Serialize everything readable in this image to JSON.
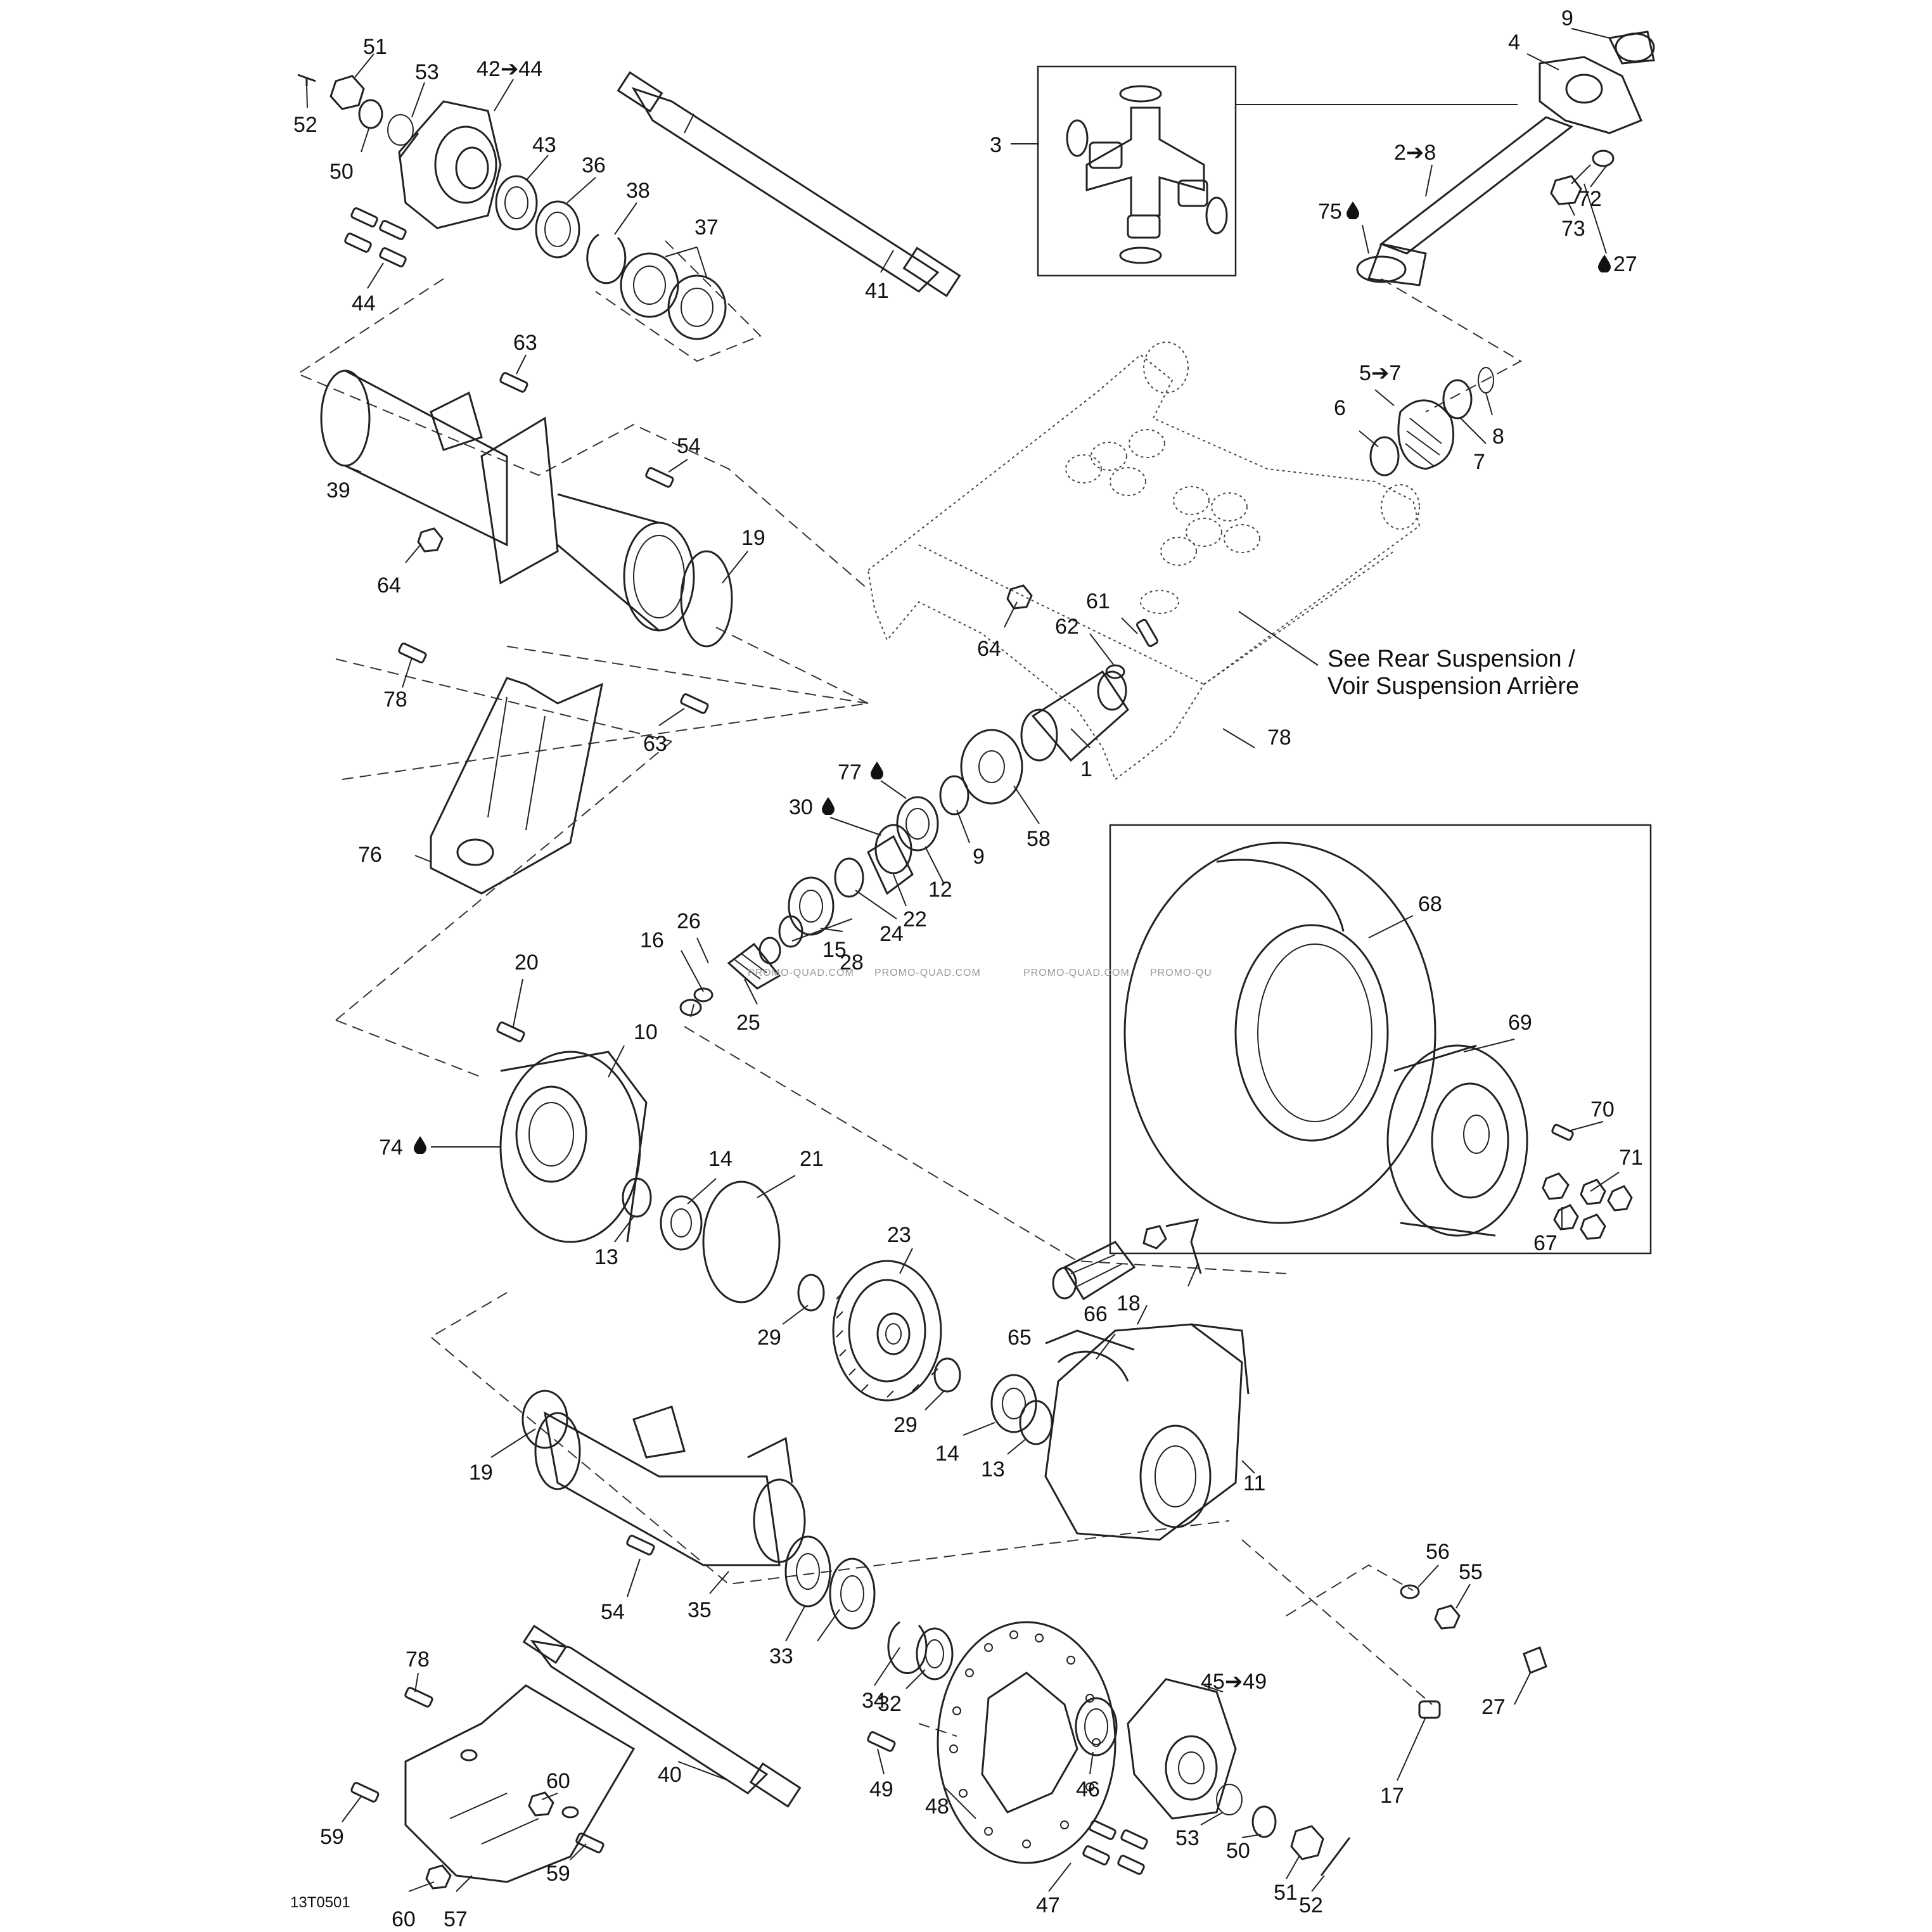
{
  "callouts": [
    {
      "id": "c51",
      "text": "51"
    },
    {
      "id": "c52a",
      "text": "52"
    },
    {
      "id": "c53a",
      "text": "53"
    },
    {
      "id": "c42",
      "text": "42➔44"
    },
    {
      "id": "c50a",
      "text": "50"
    },
    {
      "id": "c43",
      "text": "43"
    },
    {
      "id": "c36",
      "text": "36"
    },
    {
      "id": "c38",
      "text": "38"
    },
    {
      "id": "c37",
      "text": "37"
    },
    {
      "id": "c44",
      "text": "44"
    },
    {
      "id": "c41",
      "text": "41"
    },
    {
      "id": "c3",
      "text": "3"
    },
    {
      "id": "c9a",
      "text": "9"
    },
    {
      "id": "c4",
      "text": "4"
    },
    {
      "id": "c2",
      "text": "2➔8"
    },
    {
      "id": "c72",
      "text": "72"
    },
    {
      "id": "c73",
      "text": "73"
    },
    {
      "id": "c75",
      "text": "75"
    },
    {
      "id": "c27a",
      "text": "27"
    },
    {
      "id": "c63a",
      "text": "63"
    },
    {
      "id": "c39",
      "text": "39"
    },
    {
      "id": "c54a",
      "text": "54"
    },
    {
      "id": "c19a",
      "text": "19"
    },
    {
      "id": "c64a",
      "text": "64"
    },
    {
      "id": "c5",
      "text": "5➔7"
    },
    {
      "id": "c6",
      "text": "6"
    },
    {
      "id": "c8",
      "text": "8"
    },
    {
      "id": "c7",
      "text": "7"
    },
    {
      "id": "c61",
      "text": "61"
    },
    {
      "id": "c62",
      "text": "62"
    },
    {
      "id": "c64b",
      "text": "64"
    },
    {
      "id": "c78a",
      "text": "78"
    },
    {
      "id": "c63b",
      "text": "63"
    },
    {
      "id": "c1",
      "text": "1"
    },
    {
      "id": "c78b",
      "text": "78"
    },
    {
      "id": "c77",
      "text": "77"
    },
    {
      "id": "c30",
      "text": "30"
    },
    {
      "id": "c9b",
      "text": "9"
    },
    {
      "id": "c58",
      "text": "58"
    },
    {
      "id": "c12",
      "text": "12"
    },
    {
      "id": "c22",
      "text": "22"
    },
    {
      "id": "c24",
      "text": "24"
    },
    {
      "id": "c76",
      "text": "76"
    },
    {
      "id": "c15",
      "text": "15"
    },
    {
      "id": "c28",
      "text": "28"
    },
    {
      "id": "c26",
      "text": "26"
    },
    {
      "id": "c16",
      "text": "16"
    },
    {
      "id": "c25",
      "text": "25"
    },
    {
      "id": "c20",
      "text": "20"
    },
    {
      "id": "c10",
      "text": "10"
    },
    {
      "id": "c74",
      "text": "74"
    },
    {
      "id": "c14a",
      "text": "14"
    },
    {
      "id": "c21",
      "text": "21"
    },
    {
      "id": "c13a",
      "text": "13"
    },
    {
      "id": "c23",
      "text": "23"
    },
    {
      "id": "c29a",
      "text": "29"
    },
    {
      "id": "c66",
      "text": "66"
    },
    {
      "id": "c18",
      "text": "18"
    },
    {
      "id": "c65",
      "text": "65"
    },
    {
      "id": "c29b",
      "text": "29"
    },
    {
      "id": "c14b",
      "text": "14"
    },
    {
      "id": "c13b",
      "text": "13"
    },
    {
      "id": "c11",
      "text": "11"
    },
    {
      "id": "c19b",
      "text": "19"
    },
    {
      "id": "c68",
      "text": "68"
    },
    {
      "id": "c69",
      "text": "69"
    },
    {
      "id": "c70",
      "text": "70"
    },
    {
      "id": "c71",
      "text": "71"
    },
    {
      "id": "c67",
      "text": "67"
    },
    {
      "id": "c54b",
      "text": "54"
    },
    {
      "id": "c35",
      "text": "35"
    },
    {
      "id": "c33",
      "text": "33"
    },
    {
      "id": "c56",
      "text": "56"
    },
    {
      "id": "c55",
      "text": "55"
    },
    {
      "id": "c78c",
      "text": "78"
    },
    {
      "id": "c34",
      "text": "34"
    },
    {
      "id": "c32",
      "text": "32"
    },
    {
      "id": "c45",
      "text": "45➔49"
    },
    {
      "id": "c27b",
      "text": "27"
    },
    {
      "id": "c40",
      "text": "40"
    },
    {
      "id": "c49",
      "text": "49"
    },
    {
      "id": "c46",
      "text": "46"
    },
    {
      "id": "c17",
      "text": "17"
    },
    {
      "id": "c48",
      "text": "48"
    },
    {
      "id": "c53b",
      "text": "53"
    },
    {
      "id": "c50b",
      "text": "50"
    },
    {
      "id": "c60a",
      "text": "60"
    },
    {
      "id": "c59a",
      "text": "59"
    },
    {
      "id": "c59b",
      "text": "59"
    },
    {
      "id": "c51b",
      "text": "51"
    },
    {
      "id": "c52b",
      "text": "52"
    },
    {
      "id": "c47",
      "text": "47"
    },
    {
      "id": "c60b",
      "text": "60"
    },
    {
      "id": "c57",
      "text": "57"
    }
  ],
  "notes": {
    "rear_suspension_line1": "See Rear Suspension /",
    "rear_suspension_line2": "Voir Suspension Arrière"
  },
  "watermark": {
    "repeat_1": "PROMO-QUAD.COM",
    "repeat_2": "PROMO-QUAD.COM",
    "repeat_3": "PROMO-QUAD.COM",
    "repeat_4": "PROMO-QU"
  },
  "drawing_code": "13T0501",
  "icons": {
    "lubricant_drop": "oil-drop-icon"
  }
}
